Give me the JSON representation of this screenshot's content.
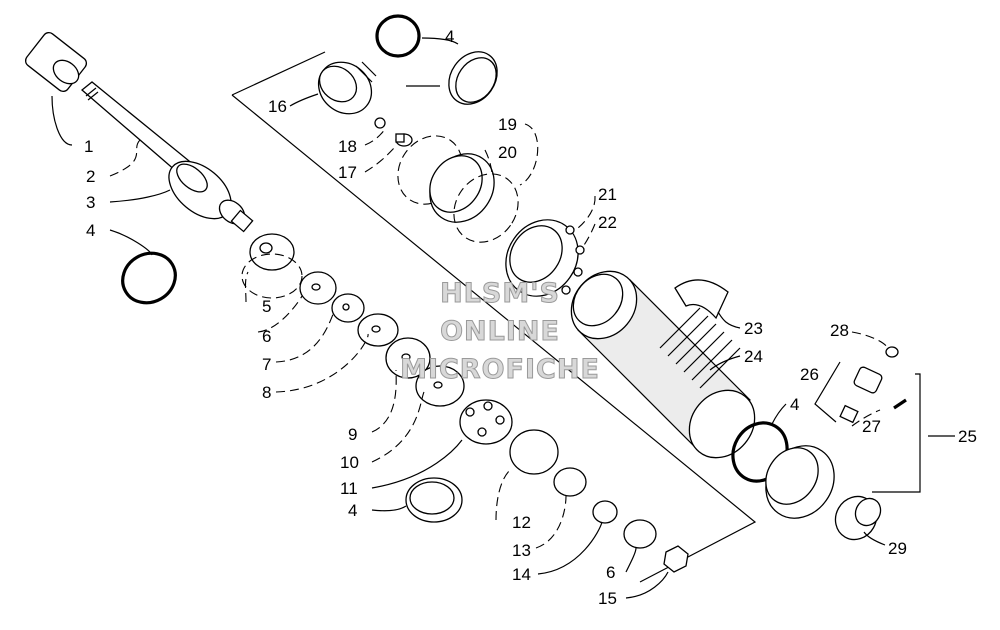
{
  "watermark": {
    "line1": "HLSM'S",
    "line2": "ONLINE",
    "line3": "MICROFICHE"
  },
  "callouts": {
    "c1": "1",
    "c2": "2",
    "c3": "3",
    "c4a": "4",
    "c4top": "4",
    "c5": "5",
    "c6a": "6",
    "c7": "7",
    "c8": "8",
    "c9": "9",
    "c10": "10",
    "c11": "11",
    "c4b": "4",
    "c12": "12",
    "c13": "13",
    "c14": "14",
    "c6b": "6",
    "c15": "15",
    "c16": "16",
    "c18": "18",
    "c17": "17",
    "c19": "19",
    "c20": "20",
    "c21": "21",
    "c22": "22",
    "c23": "23",
    "c24": "24",
    "c4c": "4",
    "c28": "28",
    "c26": "26",
    "c27": "27",
    "c25": "25",
    "c29": "29"
  }
}
